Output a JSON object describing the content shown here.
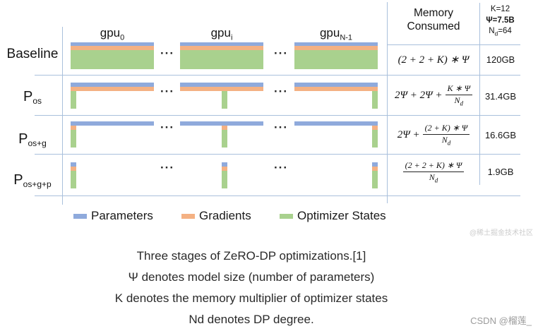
{
  "diagram": {
    "col_headers": [
      {
        "base": "gpu",
        "sub": "0"
      },
      {
        "base": "gpu",
        "sub": "i"
      },
      {
        "base": "gpu",
        "sub": "N-1"
      }
    ],
    "ellipsis": "···",
    "rows": [
      {
        "label": {
          "base": "Baseline",
          "sub": ""
        },
        "value": "120GB"
      },
      {
        "label": {
          "base": "P",
          "sub": "os"
        },
        "value": "31.4GB"
      },
      {
        "label": {
          "base": "P",
          "sub": "os+g"
        },
        "value": "16.6GB"
      },
      {
        "label": {
          "base": "P",
          "sub": "os+g+p"
        },
        "value": "1.9GB"
      }
    ],
    "memory_header": {
      "line1": "Memory",
      "line2": "Consumed"
    },
    "constants": {
      "k": "K=12",
      "psi": "Ψ=7.5B",
      "nd_base": "N",
      "nd_sub": "d",
      "nd_rest": "=64"
    },
    "formulas": {
      "r1": {
        "text": "(2 + 2 + K) ∗ Ψ"
      },
      "r2": {
        "pre": "2Ψ + 2Ψ +",
        "num": "K ∗ Ψ",
        "den_base": "N",
        "den_sub": "d"
      },
      "r3": {
        "pre": "2Ψ +",
        "num": "(2 + K) ∗ Ψ",
        "den_base": "N",
        "den_sub": "d"
      },
      "r4": {
        "num": "(2 + 2 + K) ∗ Ψ",
        "den_base": "N",
        "den_sub": "d"
      }
    }
  },
  "legend": {
    "items": [
      {
        "label": "Parameters",
        "color": "#8FAADC"
      },
      {
        "label": "Gradients",
        "color": "#F4B183"
      },
      {
        "label": "Optimizer States",
        "color": "#A9D18E"
      }
    ]
  },
  "caption": {
    "line1": "Three stages of ZeRO-DP optimizations.[1]",
    "line2": "Ψ denotes model size (number of parameters)",
    "line3": "K denotes the memory multiplier of optimizer states",
    "line4": "Nd denotes DP degree."
  },
  "watermarks": {
    "juejin": "@稀土掘金技术社区",
    "csdn": "CSDN @榴莲_"
  },
  "colors": {
    "parameters": "#8FAADC",
    "gradients": "#F4B183",
    "optimizer_states": "#A9D18E",
    "table_line": "#A9C0DC"
  }
}
